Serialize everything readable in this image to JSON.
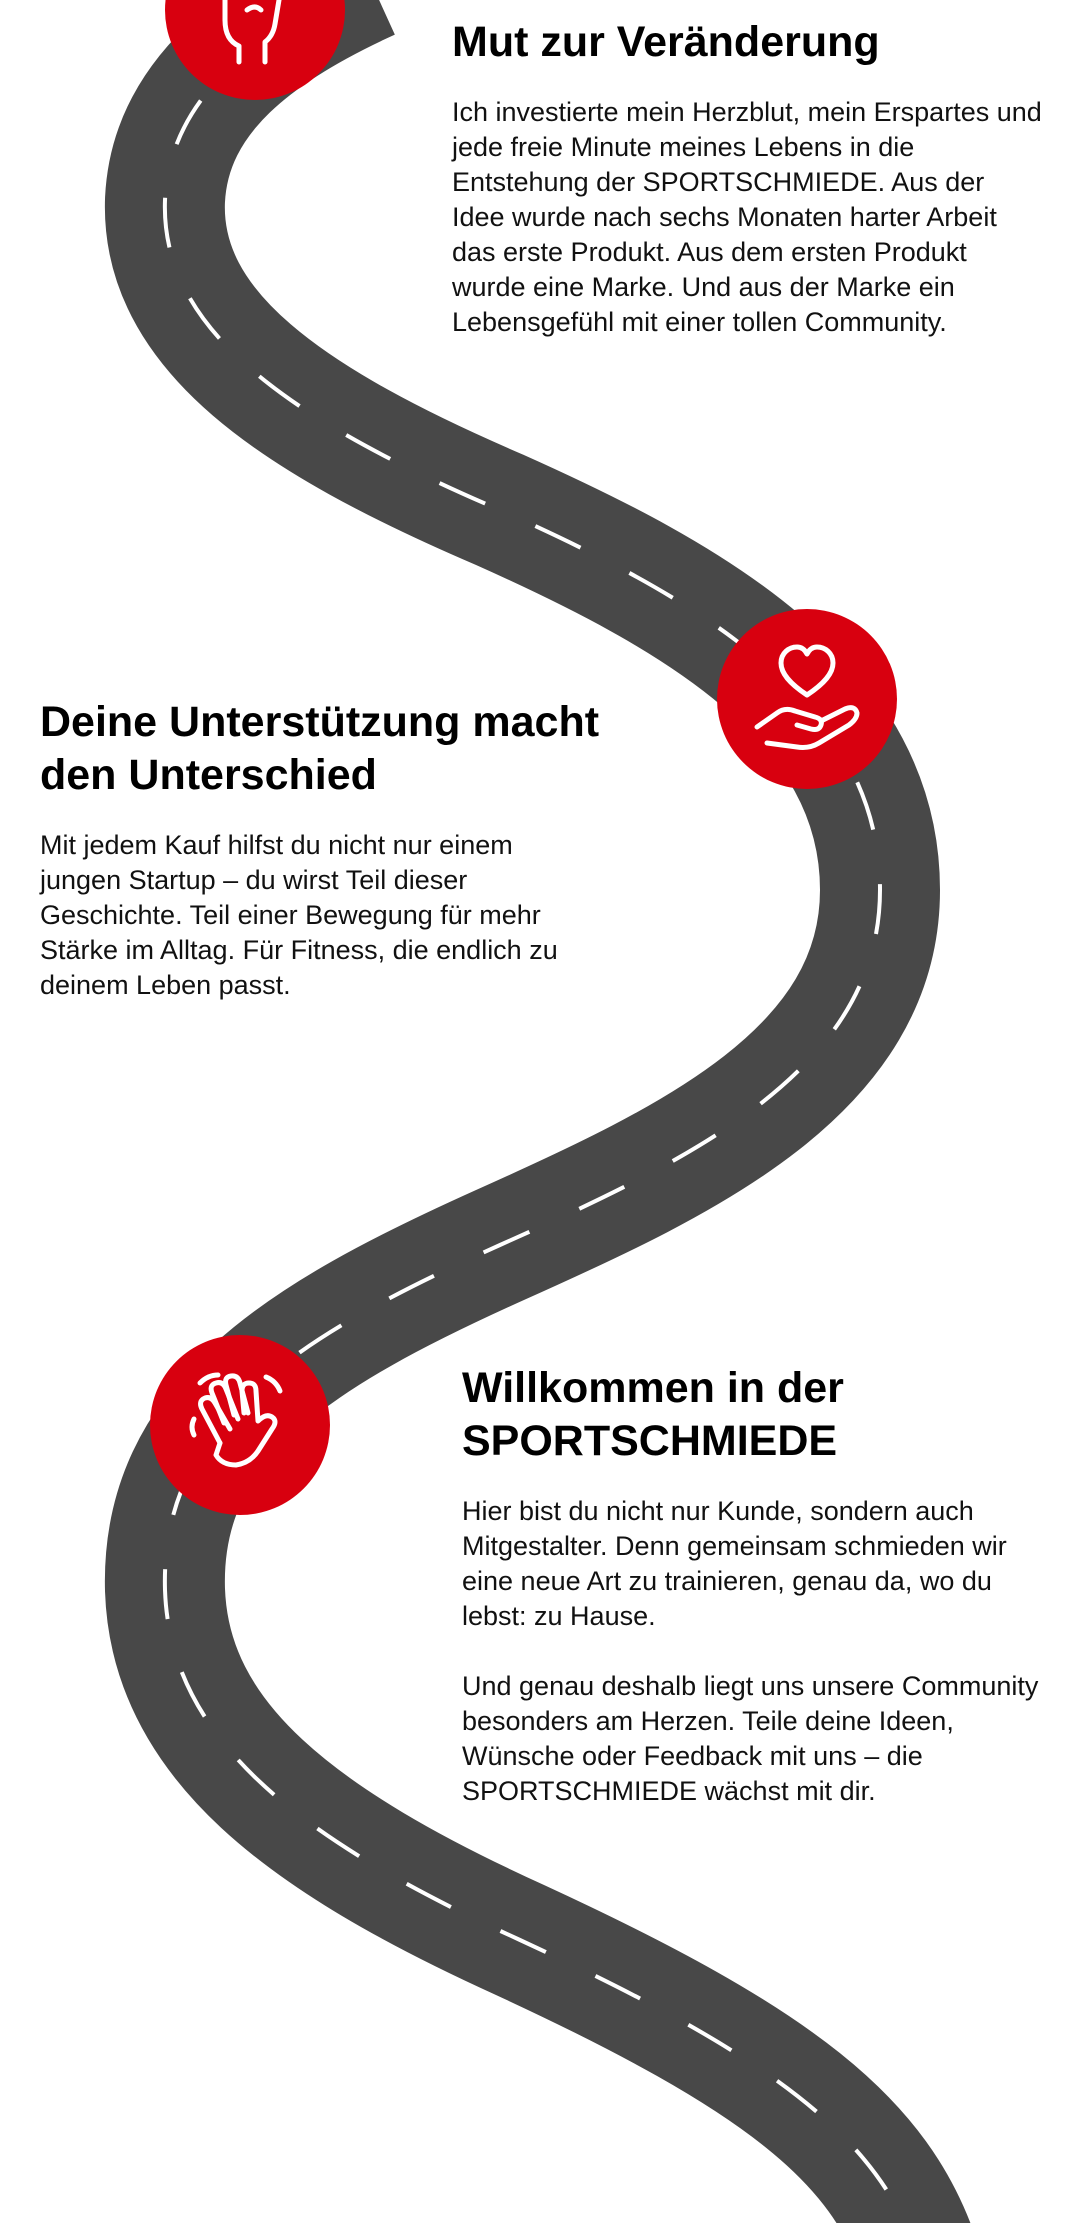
{
  "colors": {
    "road": "#484848",
    "road_marking": "#ffffff",
    "accent": "#d8000f",
    "text": "#000000"
  },
  "sections": [
    {
      "title": "Mut zur Veränderung",
      "paragraphs": [
        "Ich investierte mein Herzblut, mein Erspartes und jede freie Minute meines Lebens in die Entstehung der SPORTSCHMIEDE. Aus der Idee wurde nach sechs Monaten harter Arbeit das erste Produkt. Aus dem ersten Produkt wurde eine Marke. Und aus der Marke ein Lebensgefühl mit einer tollen Community."
      ],
      "icon": "raised-fist-icon"
    },
    {
      "title": "Deine Unterstützung macht den Unterschied",
      "paragraphs": [
        "Mit jedem Kauf hilfst du nicht nur einem jungen Startup – du wirst Teil dieser Geschichte. Teil einer Bewegung für mehr Stärke im Alltag. Für Fitness, die endlich zu deinem Leben passt."
      ],
      "icon": "heart-in-hand-icon"
    },
    {
      "title": "Willkommen in der SPORTSCHMIEDE",
      "paragraphs": [
        "Hier bist du nicht nur Kunde, sondern auch Mitgestalter. Denn gemeinsam schmieden wir eine neue Art zu trainieren, genau da, wo du lebst: zu Hause.",
        "Und genau deshalb liegt uns unsere Community besonders am Herzen. Teile deine Ideen, Wünsche oder Feedback mit uns – die SPORTSCHMIEDE wächst mit dir."
      ],
      "icon": "waving-hand-icon"
    }
  ]
}
